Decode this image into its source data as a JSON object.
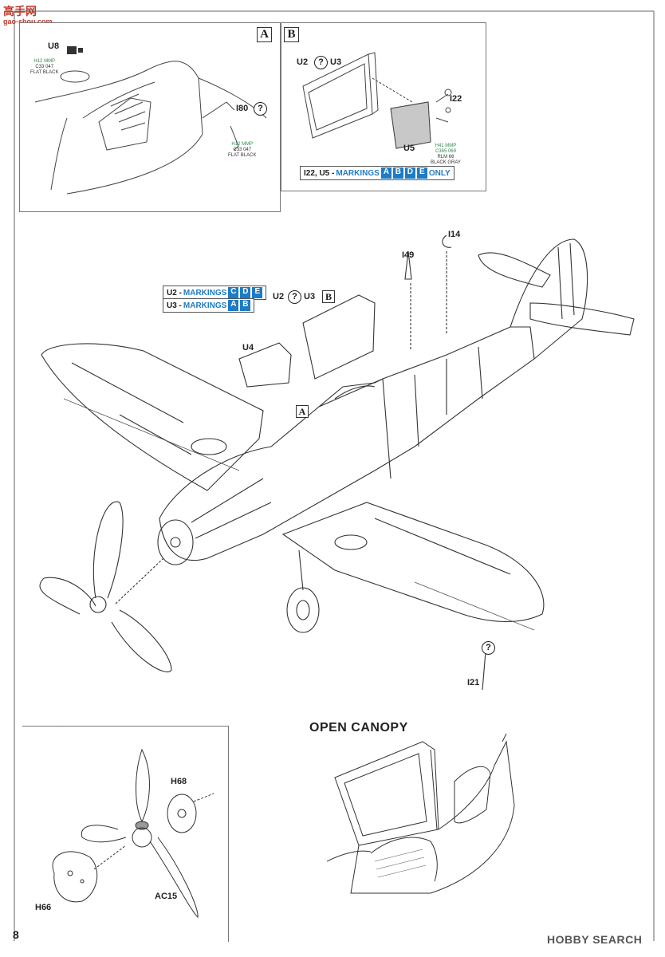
{
  "watermark_top": {
    "line1": "高手网",
    "line2": "gao-shou.com"
  },
  "panel_a": {
    "letter": "A",
    "u8": "U8",
    "i80": "I80",
    "paint1": {
      "l1": "H12 MMP",
      "l2": "C33  047",
      "l3": "FLAT BLACK"
    },
    "paint2": {
      "l1": "H12 MMP",
      "l2": "C33  047",
      "l3": "FLAT BLACK"
    }
  },
  "panel_b": {
    "letter": "B",
    "u2": "U2",
    "u3": "U3",
    "i22": "I22",
    "u5": "U5",
    "paint": {
      "l1": "H41 MMP",
      "l2": "C365  069",
      "l3": "RLM 66",
      "l4": "BLACK GRAY"
    },
    "markings_prefix": "I22, U5 - ",
    "markings_word": "MARKINGS",
    "chips": [
      "A",
      "B",
      "D",
      "E"
    ],
    "markings_suffix": "ONLY"
  },
  "main": {
    "i14": "I14",
    "i49": "I49",
    "u2_markings": {
      "prefix": "U2 - ",
      "word": "MARKINGS",
      "chips": [
        "C",
        "D",
        "E"
      ]
    },
    "u3_markings": {
      "prefix": "U3 - ",
      "word": "MARKINGS",
      "chips": [
        "A",
        "B"
      ]
    },
    "u2": "U2",
    "u3": "U3",
    "b_ref": "B",
    "u4": "U4",
    "a_ref": "A",
    "i21": "I21"
  },
  "prop_inset": {
    "h68": "H68",
    "h66": "H66",
    "ac15": "AC15"
  },
  "open_canopy": {
    "title": "OPEN CANOPY"
  },
  "footer": {
    "page": "8",
    "brand": "HOBBY SEARCH"
  },
  "question_mark": "?"
}
